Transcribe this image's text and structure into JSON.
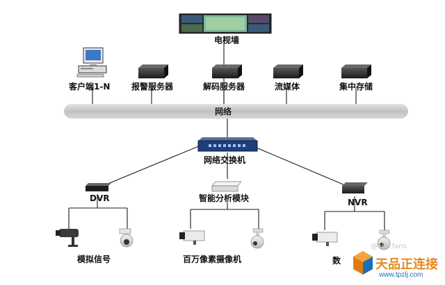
{
  "diagram": {
    "tv_wall": {
      "label": "电视墙",
      "icon": "video-wall-icon"
    },
    "top_devices": [
      {
        "key": "client",
        "label": "客户端1-N",
        "icon": "computer-icon"
      },
      {
        "key": "alarm",
        "label": "报警服务器",
        "icon": "server-icon"
      },
      {
        "key": "decode",
        "label": "解码服务器",
        "icon": "server-icon"
      },
      {
        "key": "stream",
        "label": "流媒体",
        "icon": "server-icon"
      },
      {
        "key": "storage",
        "label": "集中存储",
        "icon": "server-icon"
      }
    ],
    "network_bus": {
      "label": "网络"
    },
    "switch": {
      "label": "网络交换机",
      "icon": "network-switch-icon"
    },
    "middle_devices": [
      {
        "key": "dvr",
        "label": "DVR",
        "icon": "dvr-icon"
      },
      {
        "key": "analysis",
        "label": "智能分析模块",
        "icon": "analysis-module-icon"
      },
      {
        "key": "nvr",
        "label": "NVR",
        "icon": "nvr-icon"
      }
    ],
    "camera_groups": [
      {
        "key": "analog",
        "label": "模拟信号",
        "icons": [
          "bullet-camera-icon",
          "dome-camera-icon"
        ]
      },
      {
        "key": "megapixel",
        "label": "百万像素摄像机",
        "icons": [
          "box-camera-icon",
          "ptz-camera-icon"
        ]
      },
      {
        "key": "digital",
        "label": "数",
        "icons": [
          "box-camera-icon",
          "ptz-camera-icon"
        ]
      }
    ],
    "watermark": {
      "brand": "天品正连接",
      "url": "www.tpzlj.com",
      "faint": "@elecfans"
    },
    "colors": {
      "line": "#1a1a1a",
      "bus": "#c4c4c4",
      "device_dark": "#2a2a2a",
      "switch_blue": "#1f3f7a",
      "wm_orange": "#e58a1f",
      "wm_blue": "#1b6fb8"
    }
  }
}
